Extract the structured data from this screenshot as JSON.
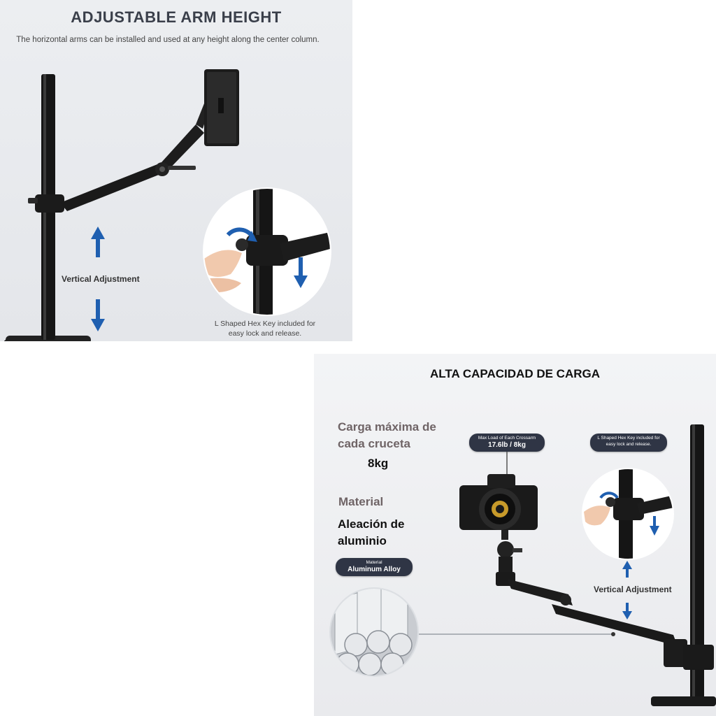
{
  "top_panel": {
    "title": "ADJUSTABLE ARM HEIGHT",
    "subtitle": "The horizontal arms can be installed and used at any height along the center column.",
    "vertical_label": "Vertical Adjustment",
    "hex_key_note_line1": "L Shaped Hex Key included for",
    "hex_key_note_line2": "easy lock and release.",
    "accent_color": "#1f5fb0"
  },
  "bottom_panel": {
    "title": "ALTA CAPACIDAD DE CARGA",
    "load_heading_line1": "Carga máxima de",
    "load_heading_line2": "cada cruceta",
    "load_value": "8kg",
    "material_heading": "Material",
    "material_value_line1": "Aleación de",
    "material_value_line2": "aluminio",
    "material_pill_small": "Material",
    "material_pill_big": "Aluminum Alloy",
    "load_pill_small": "Max Load of Each Crossarm",
    "load_pill_big": "17.6lb / 8kg",
    "hex_pill_line1": "L Shaped Hex Key included for",
    "hex_pill_line2": "easy lock and release.",
    "vertical_label": "Vertical Adjustment"
  }
}
